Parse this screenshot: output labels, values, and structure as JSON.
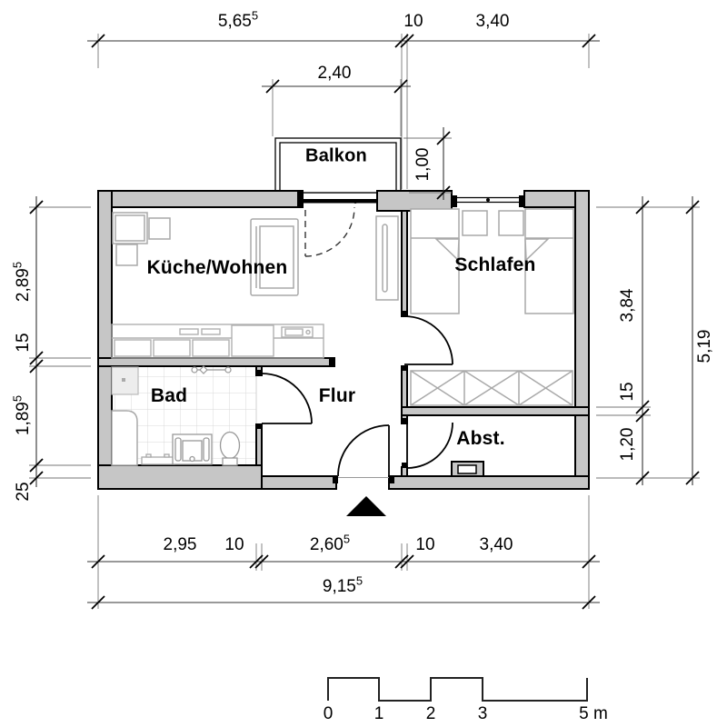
{
  "rooms": {
    "kueche": "Küche/Wohnen",
    "schlafen": "Schlafen",
    "bad": "Bad",
    "flur": "Flur",
    "abst": "Abst.",
    "balkon": "Balkon"
  },
  "dims": {
    "top1": {
      "v": "5,65",
      "s": "5"
    },
    "top2": {
      "v": "10",
      "s": ""
    },
    "top3": {
      "v": "3,40",
      "s": ""
    },
    "balcony_w": {
      "v": "2,40",
      "s": ""
    },
    "balcony_d": {
      "v": "1,00",
      "s": ""
    },
    "left1": {
      "v": "2,89",
      "s": "5"
    },
    "left2": {
      "v": "15",
      "s": ""
    },
    "left3": {
      "v": "1,89",
      "s": "5"
    },
    "left4": {
      "v": "25",
      "s": ""
    },
    "right1": {
      "v": "3,84",
      "s": ""
    },
    "right2": {
      "v": "15",
      "s": ""
    },
    "right3": {
      "v": "1,20",
      "s": ""
    },
    "right_total": {
      "v": "5,19",
      "s": ""
    },
    "bot1": {
      "v": "2,95",
      "s": ""
    },
    "bot2": {
      "v": "10",
      "s": ""
    },
    "bot3": {
      "v": "2,60",
      "s": "5"
    },
    "bot4": {
      "v": "10",
      "s": ""
    },
    "bot5": {
      "v": "3,40",
      "s": ""
    },
    "bot_total": {
      "v": "9,15",
      "s": "5"
    }
  },
  "scalebar": {
    "l0": "0",
    "l1": "1",
    "l2": "2",
    "l3": "3",
    "l5": "5 m"
  },
  "colors": {
    "wall_fill": "#c6c6c6",
    "outline": "#000000",
    "furniture": "#a9a9a9",
    "tile": "#d8d8d8"
  }
}
